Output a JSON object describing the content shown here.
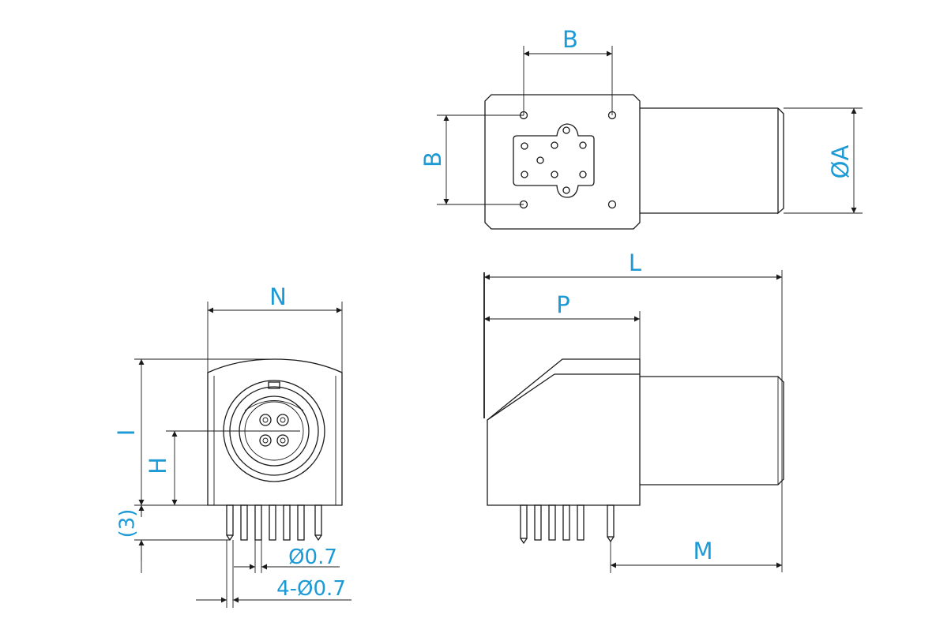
{
  "dimensions": {
    "b_top": "B",
    "b_side": "B",
    "diameter_a": "ØA",
    "l": "L",
    "p": "P",
    "m": "M",
    "n": "N",
    "i": "I",
    "h": "H",
    "offset_3": "(3)",
    "pin_dia": "Ø0.7",
    "pins_dia": "4-Ø0.7"
  },
  "colors": {
    "dimension_text": "#1c9ad6",
    "line": "#1a1a1a"
  }
}
